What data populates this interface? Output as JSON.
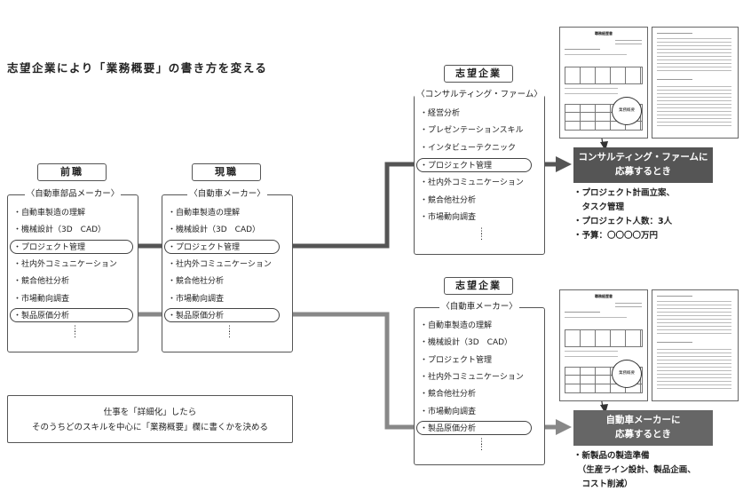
{
  "title": "志望企業により「業務概要」の書き方を変える",
  "prev": {
    "header": "前職",
    "caption": "〈自動車部品メーカー〉",
    "items": [
      "・自動車製造の理解",
      "・機械設計（3D　CAD）",
      "・プロジェクト管理",
      "・社内外コミュニケーション",
      "・競合他社分析",
      "・市場動向調査",
      "・製品原価分析"
    ]
  },
  "current": {
    "header": "現職",
    "caption": "〈自動車メーカー〉",
    "items": [
      "・自動車製造の理解",
      "・機械設計（3D　CAD）",
      "・プロジェクト管理",
      "・社内外コミュニケーション",
      "・競合他社分析",
      "・市場動向調査",
      "・製品原価分析"
    ]
  },
  "target1": {
    "header": "志望企業",
    "caption": "〈コンサルティング・ファーム〉",
    "items": [
      "・経営分析",
      "・プレゼンテーションスキル",
      "・インタビューテクニック",
      "・プロジェクト管理",
      "・社内外コミュニケーション",
      "・競合他社分析",
      "・市場動向調査"
    ],
    "callout": [
      "コンサルティング・ファームに",
      "応募するとき"
    ],
    "notes": [
      "・プロジェクト計画立案、",
      "　タスク管理",
      "・プロジェクト人数：3人",
      "・予算：〇〇〇〇万円"
    ]
  },
  "target2": {
    "header": "志望企業",
    "caption": "〈自動車メーカー〉",
    "items": [
      "・自動車製造の理解",
      "・機械設計（3D　CAD）",
      "・プロジェクト管理",
      "・社内外コミュニケーション",
      "・競合他社分析",
      "・市場動向調査",
      "・製品原価分析"
    ],
    "callout": [
      "自動車メーカーに",
      "応募するとき"
    ],
    "notes": [
      "・新製品の製造準備",
      "　（生産ライン設計、製品企画、",
      "　コスト削減）"
    ]
  },
  "doc": {
    "title": "職務経歴書",
    "label": "業務概要"
  },
  "tip": {
    "line1": "仕事を「詳細化」したら",
    "line2": "そのうちどのスキルを中心に「業務概要」欄に書くかを決める"
  },
  "colors": {
    "arrow": "#555555",
    "callout_bg": "#555555",
    "border": "#555555"
  }
}
